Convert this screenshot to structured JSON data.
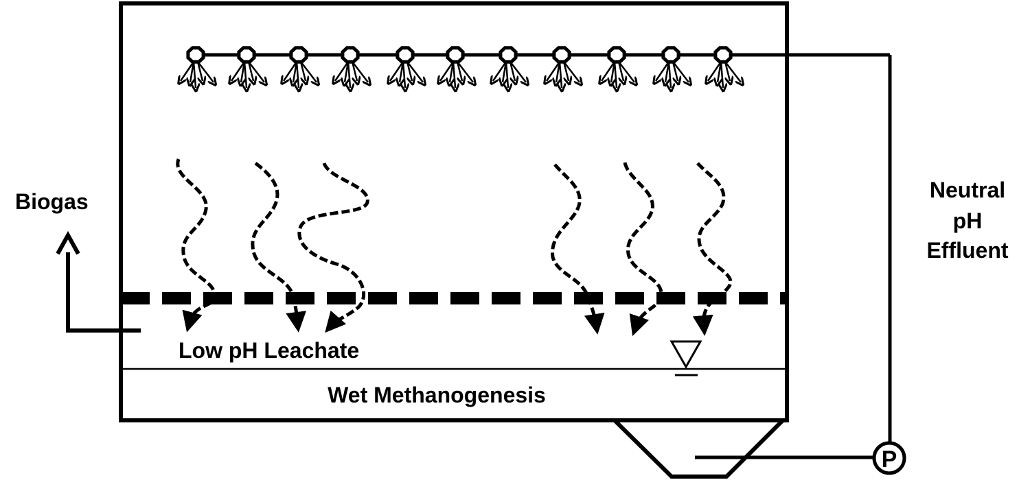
{
  "labels": {
    "biogas": "Biogas",
    "effluent_line1": "Neutral",
    "effluent_line2": "pH",
    "effluent_line3": "Effluent",
    "leachate": "Low pH Leachate",
    "methanogenesis": "Wet Methanogenesis",
    "pump": "P"
  },
  "colors": {
    "ink": "#000000",
    "background": "#ffffff"
  },
  "icons": {
    "water_level": "water-level-triangle-icon",
    "pump": "pump-icon",
    "nozzle": "spray-nozzle-icon"
  }
}
